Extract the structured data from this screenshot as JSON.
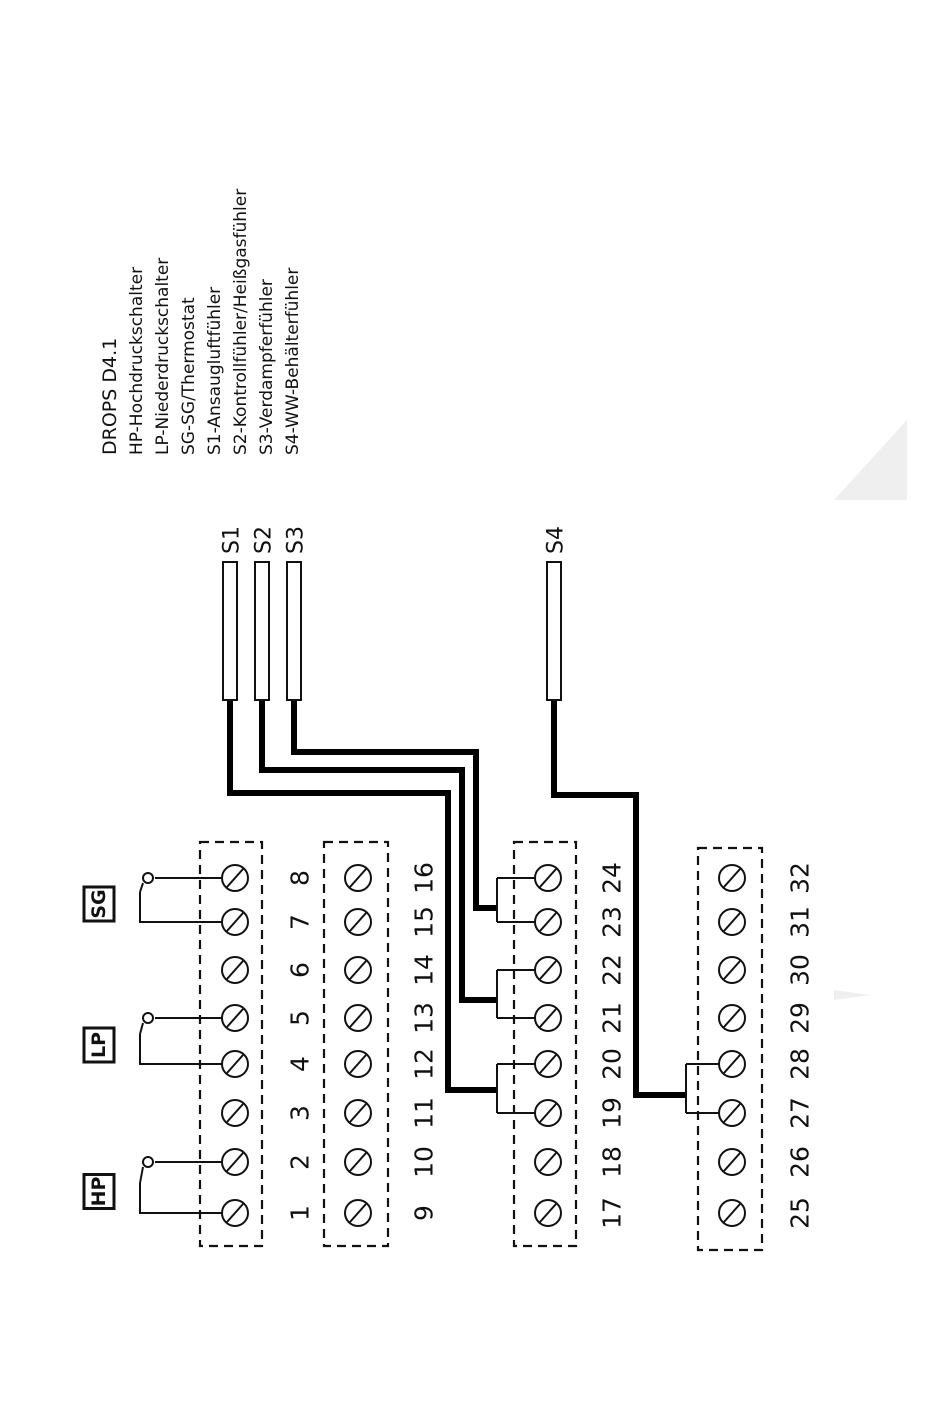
{
  "legend": {
    "title": "DROPS D4.1",
    "entries": [
      "HP-Hochdruckschalter",
      "LP-Niederdruckschalter",
      "SG-SG/Thermostat",
      "S1-Ansaugluftfühler",
      "S2-Kontrollfühler/Heißgasfühler",
      "S3-Verdampferfühler",
      "S4-WW-Behälterfühler"
    ]
  },
  "switches": [
    {
      "label": "HP",
      "terminals": [
        "1",
        "2"
      ]
    },
    {
      "label": "LP",
      "terminals": [
        "4",
        "5"
      ]
    },
    {
      "label": "SG",
      "terminals": [
        "7",
        "8"
      ]
    }
  ],
  "terminal_blocks": [
    {
      "terminals": [
        "1",
        "2",
        "3",
        "4",
        "5",
        "6",
        "7",
        "8"
      ]
    },
    {
      "terminals": [
        "9",
        "10",
        "11",
        "12",
        "13",
        "14",
        "15",
        "16"
      ]
    },
    {
      "terminals": [
        "17",
        "18",
        "19",
        "20",
        "21",
        "22",
        "23",
        "24"
      ]
    },
    {
      "terminals": [
        "25",
        "26",
        "27",
        "28",
        "29",
        "30",
        "31",
        "32"
      ]
    }
  ],
  "probes": [
    {
      "label": "S1",
      "terminals": [
        "19",
        "20"
      ]
    },
    {
      "label": "S2",
      "terminals": [
        "21",
        "22"
      ]
    },
    {
      "label": "S3",
      "terminals": [
        "23",
        "24"
      ]
    },
    {
      "label": "S4",
      "terminals": [
        "27",
        "28"
      ]
    }
  ]
}
